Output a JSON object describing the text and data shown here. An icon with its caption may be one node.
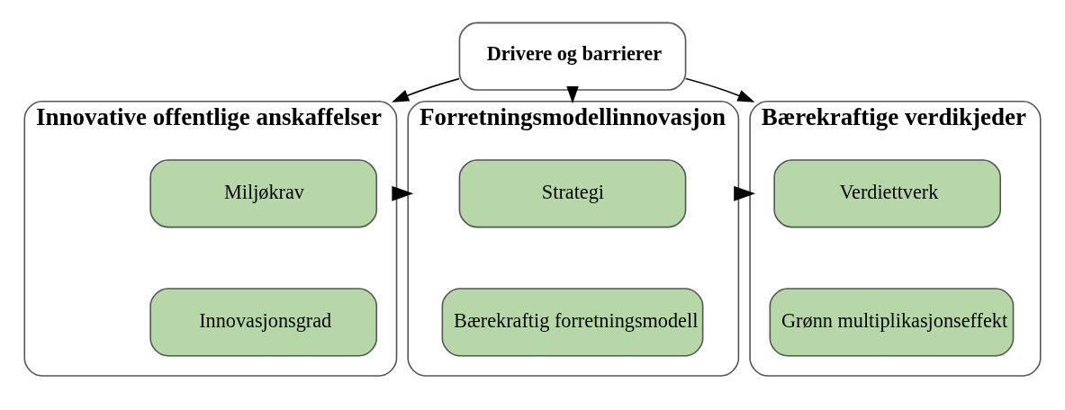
{
  "diagram": {
    "nodes": [
      {
        "text": [
          "Drivere og barrierer"
        ]
      },
      {
        "text": [
          "Innovative offentlige anskaffelser"
        ]
      },
      {
        "text": [
          "Miljøkrav"
        ],
        "in": 1
      },
      {
        "text": [
          "Innovasjonsgrad"
        ],
        "in": 1
      },
      {
        "text": [
          "Forretningsmodellinnovasjon"
        ]
      },
      {
        "text": [
          "Strategi"
        ],
        "in": 4
      },
      {
        "text": [
          "Bærekraftig forretningsmodell"
        ],
        "in": 4
      },
      {
        "text": [
          "Bærekraftige verdikjeder"
        ]
      },
      {
        "text": [
          "Verdiettverk"
        ],
        "in": 7
      },
      {
        "text": [
          "Grønn multiplikasjonseffekt"
        ],
        "in": 7
      }
    ],
    "edges": [
      {
        "from": 0,
        "to": 1,
        "arrow": "to"
      },
      {
        "from": 0,
        "to": 4,
        "arrow": "to"
      },
      {
        "from": 0,
        "to": 7,
        "arrow": "to"
      },
      {
        "from": 1,
        "to": 4,
        "arrow": "to",
        "style": "thick"
      },
      {
        "from": 4,
        "to": 7,
        "arrow": "to",
        "style": "thick"
      }
    ]
  }
}
